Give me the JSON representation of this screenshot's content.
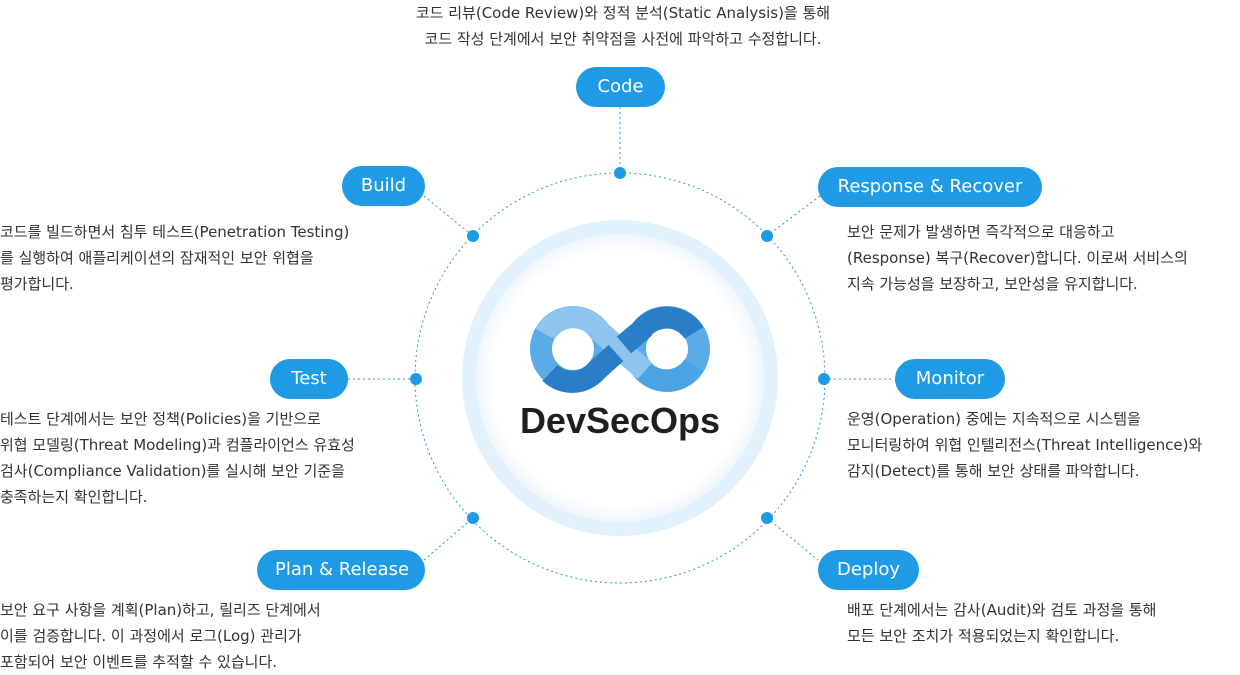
{
  "center": {
    "title": "DevSecOps",
    "logo": "infinity-logo"
  },
  "colors": {
    "accent": "#1e9be4",
    "ring": "#dff1fb",
    "logo_dark": "#2a7ec7",
    "logo_light": "#8ec5ee"
  },
  "stages": {
    "code": {
      "label": "Code",
      "desc": [
        "코드 리뷰(Code Review)와 정적 분석(Static Analysis)을 통해",
        "코드 작성 단계에서 보안 취약점을 사전에 파악하고 수정합니다."
      ]
    },
    "build": {
      "label": "Build",
      "desc": [
        "코드를 빌드하면서 침투 테스트(Penetration Testing)",
        "를 실행하여 애플리케이션의 잠재적인 보안 위협을",
        "평가합니다."
      ]
    },
    "test": {
      "label": "Test",
      "desc": [
        "테스트 단계에서는 보안 정책(Policies)을 기반으로",
        "위협 모델링(Threat Modeling)과 컴플라이언스 유효성",
        "검사(Compliance Validation)를 실시해 보안 기준을",
        "충족하는지 확인합니다."
      ]
    },
    "plan": {
      "label": "Plan & Release",
      "desc": [
        "보안 요구 사항을 계획(Plan)하고, 릴리즈 단계에서",
        "이를 검증합니다. 이 과정에서 로그(Log) 관리가",
        "포함되어 보안 이벤트를 추적할 수 있습니다."
      ]
    },
    "response": {
      "label": "Response & Recover",
      "desc": [
        "보안 문제가 발생하면 즉각적으로 대응하고",
        "(Response) 복구(Recover)합니다. 이로써 서비스의",
        "지속 가능성을 보장하고, 보안성을 유지합니다."
      ]
    },
    "monitor": {
      "label": "Monitor",
      "desc": [
        "운영(Operation) 중에는 지속적으로 시스템을",
        "모니터링하여 위협 인텔리전스(Threat Intelligence)와",
        "감지(Detect)를 통해 보안 상태를 파악합니다."
      ]
    },
    "deploy": {
      "label": "Deploy",
      "desc": [
        "배포 단계에서는 감사(Audit)와 검토 과정을 통해",
        "모든 보안 조치가 적용되었는지 확인합니다."
      ]
    }
  }
}
